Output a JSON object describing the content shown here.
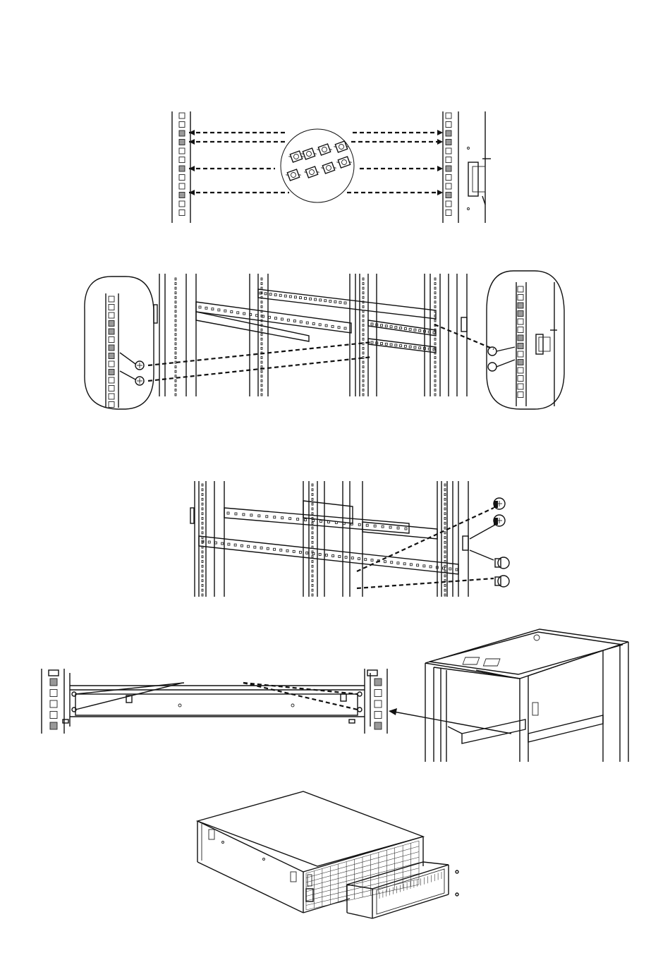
{
  "page": {
    "background": "#ffffff",
    "line_color": "#111111"
  },
  "figures": [
    {
      "id": "fig-cage-nuts",
      "icons": [
        "rack-rail-left",
        "cage-nut-group",
        "rack-rail-right",
        "door-hinge"
      ]
    },
    {
      "id": "fig-rail-screws",
      "icons": [
        "rail-closeup-left",
        "rack-frame",
        "rail-closeup-right",
        "screw-icon"
      ]
    },
    {
      "id": "fig-rear-screws",
      "icons": [
        "rack-frame",
        "screw-icon",
        "washer-icon"
      ]
    },
    {
      "id": "fig-rails-installed",
      "icons": [
        "rail-front-view",
        "rack-cabinet"
      ]
    },
    {
      "id": "fig-ups-unit",
      "icons": [
        "ups-chassis",
        "front-panel"
      ]
    }
  ]
}
